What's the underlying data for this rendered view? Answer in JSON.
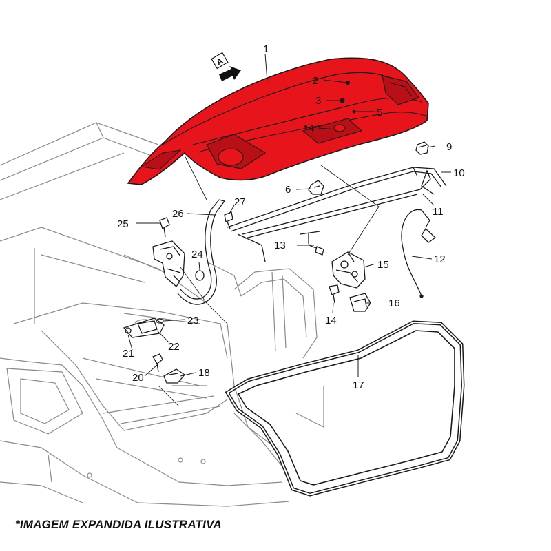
{
  "view_marker": "A",
  "callouts": [
    "1",
    "2",
    "3",
    "4",
    "5",
    "6",
    "9",
    "10",
    "11",
    "12",
    "13",
    "14",
    "15",
    "16",
    "17",
    "18",
    "20",
    "21",
    "22",
    "23",
    "24",
    "25",
    "26",
    "27"
  ],
  "caption": "*IMAGEM EXPANDIDA ILUSTRATIVA",
  "colors": {
    "panel_fill": "#e8141c",
    "panel_shade": "#b90f16",
    "line": "#1a1a1a",
    "ghost_line": "#9a9a9a"
  }
}
